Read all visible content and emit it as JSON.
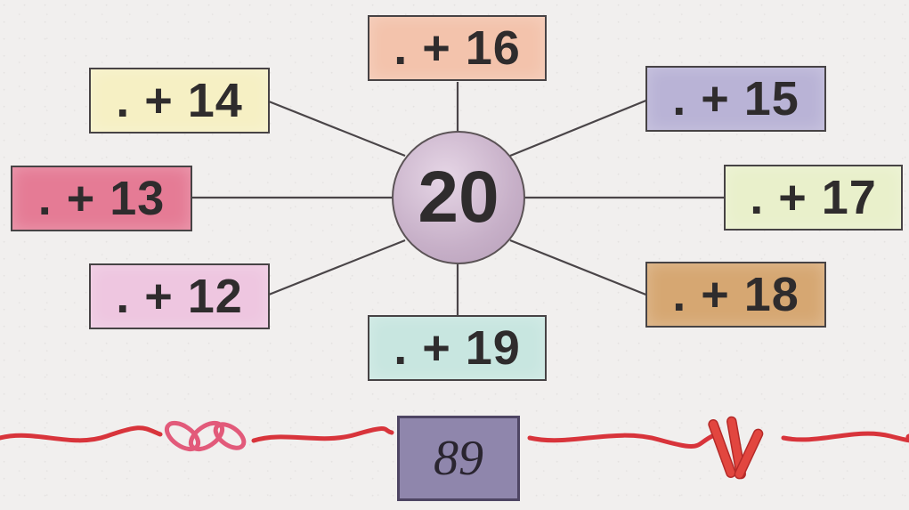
{
  "center_number": "20",
  "boxes": [
    {
      "label": ". + 16",
      "color": "#f3c3ac"
    },
    {
      "label": ". + 14",
      "color": "#f6f0c4"
    },
    {
      "label": ". + 15",
      "color": "#b9b3d6"
    },
    {
      "label": ". + 13",
      "color": "#e57b95"
    },
    {
      "label": ". + 17",
      "color": "#e9f0cb"
    },
    {
      "label": ". + 12",
      "color": "#eec6e0"
    },
    {
      "label": ". + 18",
      "color": "#d6a772"
    },
    {
      "label": ". + 19",
      "color": "#c8e6e0"
    }
  ],
  "page_number": "89",
  "decorations": [
    "chain-link-icon",
    "red-paper-strips-icon",
    "wavy-red-thread"
  ]
}
